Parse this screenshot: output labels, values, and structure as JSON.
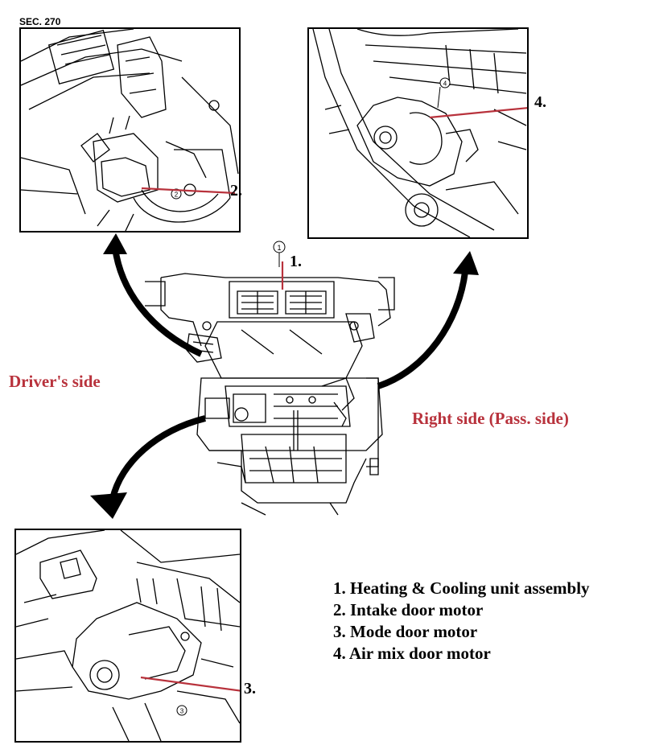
{
  "section_code": "SEC. 270",
  "callouts": {
    "c1": {
      "label": "1.",
      "num": "1"
    },
    "c2": {
      "label": "2.",
      "num": "2"
    },
    "c3": {
      "label": "3.",
      "num": "3"
    },
    "c4": {
      "label": "4.",
      "num": "4"
    }
  },
  "sides": {
    "driver": "Driver's side",
    "passenger": "Right side (Pass. side)"
  },
  "legend": [
    "1. Heating & Cooling unit assembly",
    "2. Intake door motor",
    "3. Mode door motor",
    "4. Air mix door motor"
  ],
  "colors": {
    "accent_red": "#b8323c",
    "line": "#000000"
  }
}
